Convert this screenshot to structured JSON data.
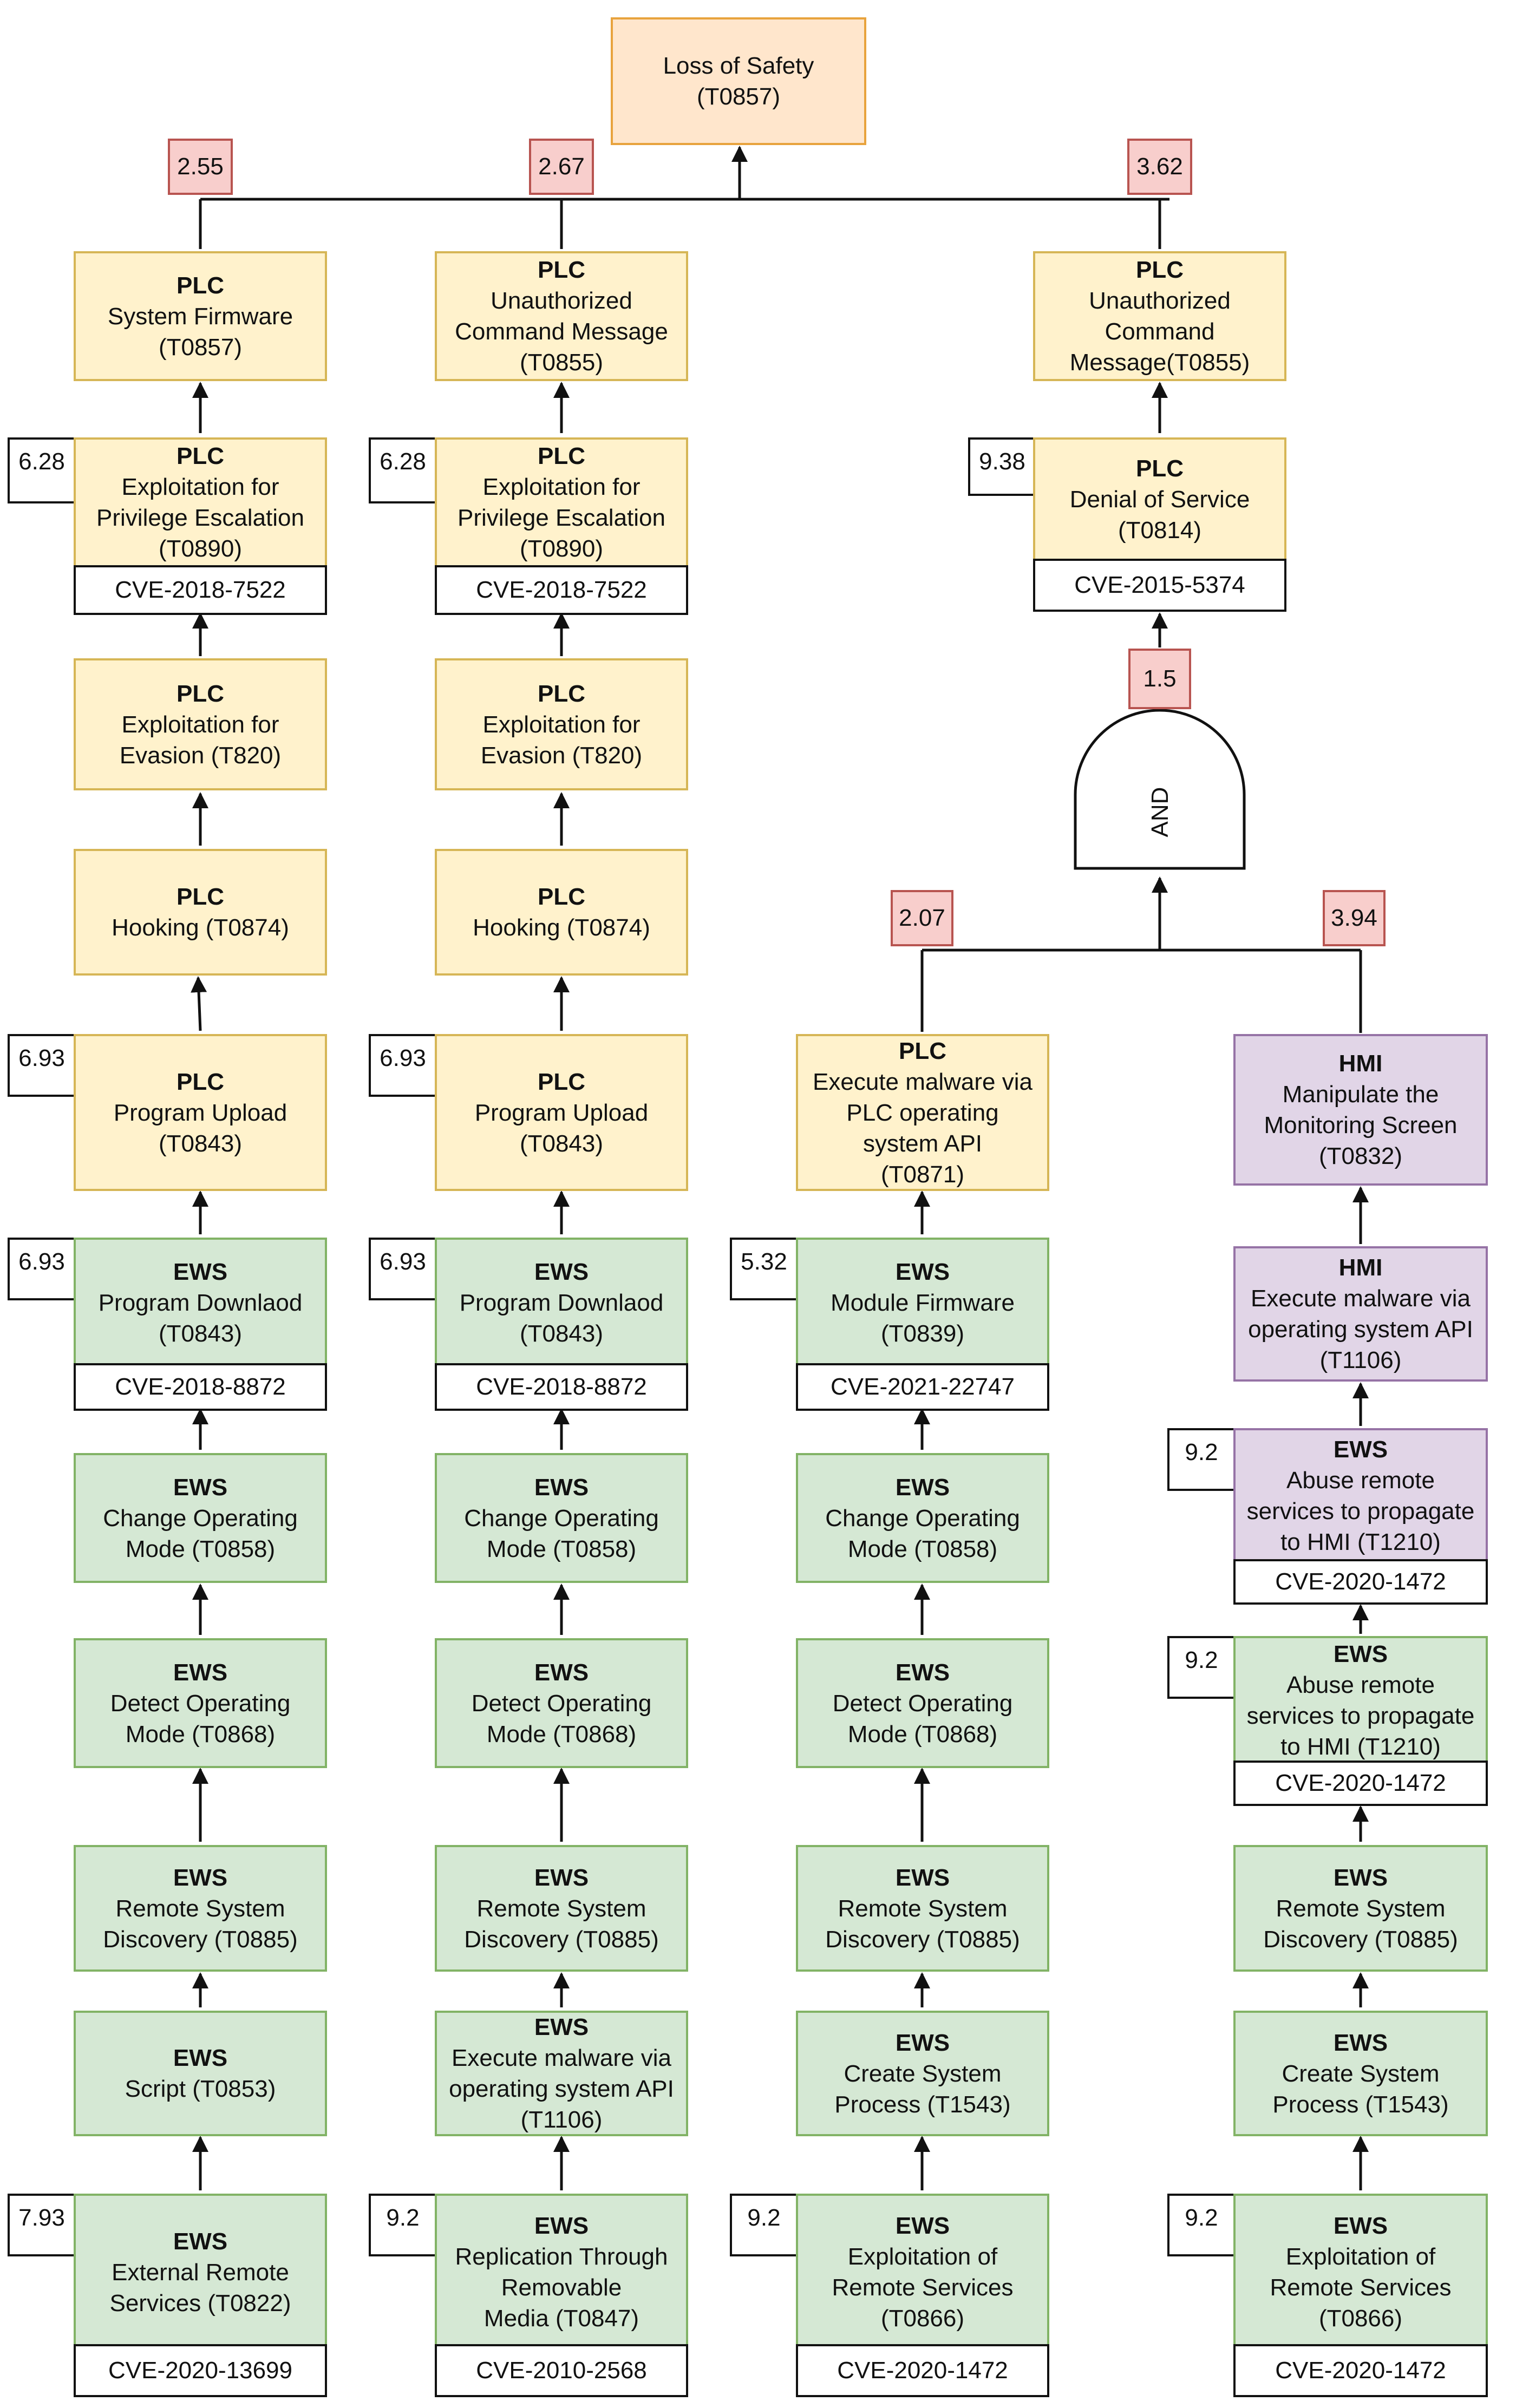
{
  "top": {
    "line1": "Loss of Safety",
    "line2": "(T0857)"
  },
  "risks": {
    "r1": "2.55",
    "r2": "2.67",
    "r3": "3.62",
    "and_in": "1.5",
    "left_in": "2.07",
    "right_in": "3.94"
  },
  "gate": {
    "label": "AND"
  },
  "col1": {
    "n1": {
      "hd": "PLC",
      "t1": "System Firmware",
      "t2": "(T0857)"
    },
    "n2": {
      "hd": "PLC",
      "t1": "Exploitation for",
      "t2": "Privilege Escalation",
      "t3": "(T0890)"
    },
    "n2_score": "6.28",
    "n2_cve": "CVE-2018-7522",
    "n3": {
      "hd": "PLC",
      "t1": "Exploitation for",
      "t2": "Evasion (T820)"
    },
    "n4": {
      "hd": "PLC",
      "t1": "Hooking (T0874)"
    },
    "n5": {
      "hd": "PLC",
      "t1": "Program Upload",
      "t2": "(T0843)"
    },
    "n5_score": "6.93",
    "n6": {
      "hd": "EWS",
      "t1": "Program Downlaod",
      "t2": "(T0843)"
    },
    "n6_score": "6.93",
    "n6_cve": "CVE-2018-8872",
    "n7": {
      "hd": "EWS",
      "t1": "Change Operating",
      "t2": "Mode (T0858)"
    },
    "n8": {
      "hd": "EWS",
      "t1": "Detect Operating",
      "t2": "Mode (T0868)"
    },
    "n9": {
      "hd": "EWS",
      "t1": "Remote System",
      "t2": "Discovery (T0885)"
    },
    "n10": {
      "hd": "EWS",
      "t1": "Script (T0853)"
    },
    "n11": {
      "hd": "EWS",
      "t1": "External Remote",
      "t2": "Services (T0822)"
    },
    "n11_score": "7.93",
    "n11_cve": "CVE-2020-13699"
  },
  "col2": {
    "n1": {
      "hd": "PLC",
      "t1": "Unauthorized",
      "t2": "Command Message",
      "t3": "(T0855)"
    },
    "n2": {
      "hd": "PLC",
      "t1": "Exploitation for",
      "t2": "Privilege Escalation",
      "t3": "(T0890)"
    },
    "n2_score": "6.28",
    "n2_cve": "CVE-2018-7522",
    "n3": {
      "hd": "PLC",
      "t1": "Exploitation for",
      "t2": "Evasion (T820)"
    },
    "n4": {
      "hd": "PLC",
      "t1": "Hooking (T0874)"
    },
    "n5": {
      "hd": "PLC",
      "t1": "Program Upload",
      "t2": "(T0843)"
    },
    "n5_score": "6.93",
    "n6": {
      "hd": "EWS",
      "t1": "Program Downlaod",
      "t2": "(T0843)"
    },
    "n6_score": "6.93",
    "n6_cve": "CVE-2018-8872",
    "n7": {
      "hd": "EWS",
      "t1": "Change Operating",
      "t2": "Mode (T0858)"
    },
    "n8": {
      "hd": "EWS",
      "t1": "Detect Operating",
      "t2": "Mode (T0868)"
    },
    "n9": {
      "hd": "EWS",
      "t1": "Remote System",
      "t2": "Discovery (T0885)"
    },
    "n10": {
      "hd": "EWS",
      "t1": "Execute malware via",
      "t2": "operating system API",
      "t3": "(T1106)"
    },
    "n11": {
      "hd": "EWS",
      "t1": "Replication Through",
      "t2": "Removable",
      "t3": "Media (T0847)"
    },
    "n11_score": "9.2",
    "n11_cve": "CVE-2010-2568"
  },
  "col3": {
    "n1": {
      "hd": "PLC",
      "t1": "Unauthorized",
      "t2": "Command",
      "t3": "Message(T0855)"
    },
    "n2": {
      "hd": "PLC",
      "t1": "Denial of Service",
      "t2": "(T0814)"
    },
    "n2_score": "9.38",
    "n2_cve": "CVE-2015-5374"
  },
  "col3b": {
    "n1": {
      "hd": "PLC",
      "t1": "Execute malware via",
      "t2": "PLC operating",
      "t3": "system API",
      "t4": "(T0871)"
    },
    "n2": {
      "hd": "EWS",
      "t1": "Module Firmware",
      "t2": "(T0839)"
    },
    "n2_score": "5.32",
    "n2_cve": "CVE-2021-22747",
    "n3": {
      "hd": "EWS",
      "t1": "Change Operating",
      "t2": "Mode (T0858)"
    },
    "n4": {
      "hd": "EWS",
      "t1": "Detect Operating",
      "t2": "Mode (T0868)"
    },
    "n5": {
      "hd": "EWS",
      "t1": "Remote System",
      "t2": "Discovery (T0885)"
    },
    "n6": {
      "hd": "EWS",
      "t1": "Create System",
      "t2": "Process (T1543)"
    },
    "n7": {
      "hd": "EWS",
      "t1": "Exploitation of",
      "t2": "Remote Services",
      "t3": "(T0866)"
    },
    "n7_score": "9.2",
    "n7_cve": "CVE-2020-1472"
  },
  "col4": {
    "n1": {
      "hd": "HMI",
      "t1": "Manipulate the",
      "t2": "Monitoring Screen",
      "t3": "(T0832)"
    },
    "n2": {
      "hd": "HMI",
      "t1": "Execute malware via",
      "t2": "operating system API",
      "t3": "(T1106)"
    },
    "n3": {
      "hd": "EWS",
      "t1": "Abuse remote",
      "t2": "services to propagate",
      "t3": "to HMI (T1210)"
    },
    "n3_score": "9.2",
    "n3_cve": "CVE-2020-1472",
    "n4": {
      "hd": "EWS",
      "t1": "Abuse remote",
      "t2": "services to propagate",
      "t3": "to HMI  (T1210)"
    },
    "n4_score": "9.2",
    "n4_cve": "CVE-2020-1472",
    "n5": {
      "hd": "EWS",
      "t1": "Remote System",
      "t2": "Discovery (T0885)"
    },
    "n6": {
      "hd": "EWS",
      "t1": "Create System",
      "t2": "Process (T1543)"
    },
    "n7": {
      "hd": "EWS",
      "t1": "Exploitation of",
      "t2": "Remote Services",
      "t3": "(T0866)"
    },
    "n7_score": "9.2",
    "n7_cve": "CVE-2020-1472"
  }
}
